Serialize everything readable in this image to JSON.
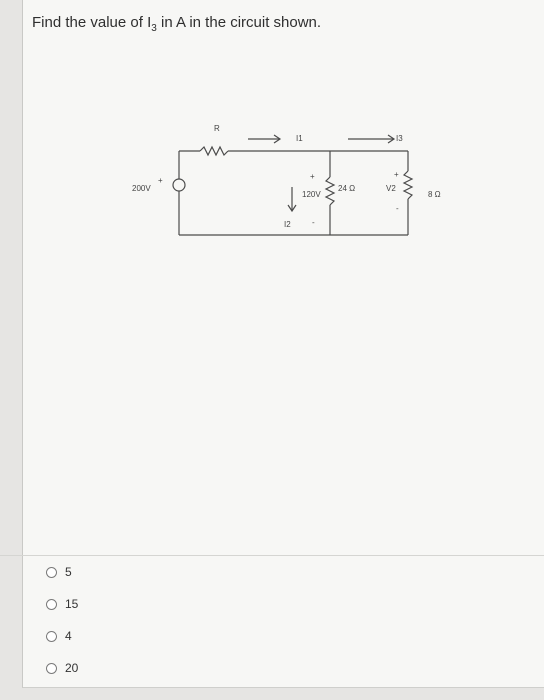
{
  "question": {
    "prefix": "Find the value of I",
    "subscript": "3",
    "suffix": " in A in the circuit shown."
  },
  "circuit": {
    "r_label": "R",
    "i1_label": "I1",
    "i3_label": "I3",
    "source_label": "200V",
    "source_plus": "+",
    "i2_label": "I2",
    "r120_label": "120V",
    "r120_plus": "+",
    "r120_minus": "-",
    "r24_label": "24 Ω",
    "v2_label": "V2",
    "v2_plus": "+",
    "v2_minus": "-",
    "r8_label": "8 Ω"
  },
  "options": [
    {
      "label": "5"
    },
    {
      "label": "15"
    },
    {
      "label": "4"
    },
    {
      "label": "20"
    }
  ]
}
